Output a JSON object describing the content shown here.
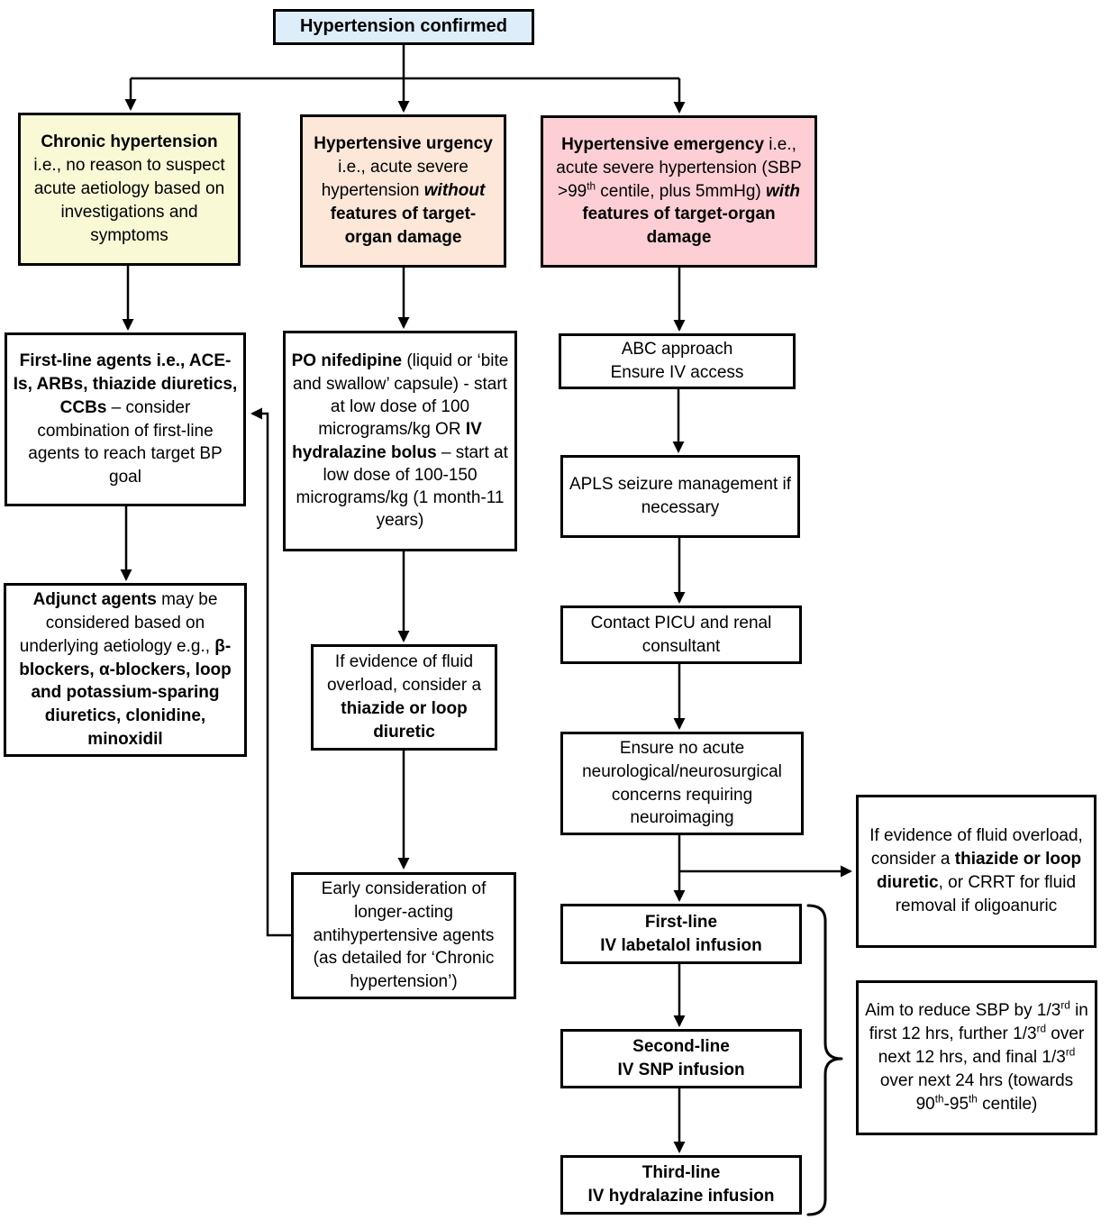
{
  "colors": {
    "line": "#000000",
    "box_border": "#000000",
    "box_bg": "#ffffff",
    "confirmed_bg": "#ddeefa",
    "chronic_bg": "#f9f9d6",
    "urgency_bg": "#fce7d8",
    "emergency_bg": "#fdcfd5"
  },
  "nodes": {
    "confirmed": {
      "runs": [
        {
          "t": "Hypertension confirmed",
          "b": true
        }
      ]
    },
    "chronic": {
      "runs": [
        {
          "t": "Chronic hypertension",
          "b": true
        },
        {
          "t": " i.e., no reason to suspect acute aetiology based on investigations and symptoms"
        }
      ]
    },
    "urgency": {
      "runs": [
        {
          "t": "Hypertensive urgency",
          "b": true
        },
        {
          "t": " i.e., acute severe hypertension "
        },
        {
          "t": "without",
          "b": true,
          "i": true
        },
        {
          "t": " features of target-organ damage",
          "b": true
        }
      ]
    },
    "emergency": {
      "runs": [
        {
          "t": "Hypertensive emergency",
          "b": true
        },
        {
          "t": " i.e., acute severe hypertension (SBP >99"
        },
        {
          "t": "th",
          "sup": true
        },
        {
          "t": " centile, plus 5mmHg) "
        },
        {
          "t": "with",
          "b": true,
          "i": true
        },
        {
          "t": " features of target-organ damage",
          "b": true
        }
      ]
    },
    "first_line_agents": {
      "runs": [
        {
          "t": "First-line agents i.e., ACE-Is, ARBs, thiazide diuretics, CCBs",
          "b": true
        },
        {
          "t": " – consider combination of first-line agents to reach target BP goal"
        }
      ]
    },
    "adjunct_agents": {
      "runs": [
        {
          "t": "Adjunct agents",
          "b": true
        },
        {
          "t": " may be considered based on underlying aetiology e.g., "
        },
        {
          "t": "β-blockers, α-blockers, loop and potassium-sparing diuretics, clonidine, minoxidil",
          "b": true
        }
      ]
    },
    "po_nifedipine": {
      "runs": [
        {
          "t": "PO nifedipine",
          "b": true
        },
        {
          "t": " (liquid or ‘bite and swallow’ capsule) - start at low dose of 100 micrograms/kg OR "
        },
        {
          "t": "IV hydralazine bolus",
          "b": true
        },
        {
          "t": " – start at low dose of 100-150 micrograms/kg (1 month-11 years)"
        }
      ]
    },
    "fluid_overload_mid": {
      "runs": [
        {
          "t": "If evidence of fluid overload, consider a "
        },
        {
          "t": "thiazide or loop diuretic",
          "b": true
        }
      ]
    },
    "early_consideration": {
      "runs": [
        {
          "t": "Early consideration of longer-acting antihypertensive agents (as detailed for ‘Chronic hypertension’)"
        }
      ]
    },
    "abc_approach": {
      "runs": [
        {
          "t": "ABC approach"
        },
        {
          "br": true
        },
        {
          "t": "Ensure IV access"
        }
      ]
    },
    "apls_seizure": {
      "runs": [
        {
          "t": "APLS seizure management if necessary"
        }
      ]
    },
    "contact_picu": {
      "runs": [
        {
          "t": "Contact PICU and renal consultant"
        }
      ]
    },
    "neuro_concerns": {
      "runs": [
        {
          "t": "Ensure no acute neurological/neurosurgical concerns requiring neuroimaging"
        }
      ]
    },
    "labetalol": {
      "runs": [
        {
          "t": "First-line",
          "b": true
        },
        {
          "br": true
        },
        {
          "t": "IV labetalol infusion",
          "b": true
        }
      ]
    },
    "snp": {
      "runs": [
        {
          "t": "Second-line",
          "b": true
        },
        {
          "br": true
        },
        {
          "t": "IV SNP infusion",
          "b": true
        }
      ]
    },
    "hydralazine": {
      "runs": [
        {
          "t": "Third-line",
          "b": true
        },
        {
          "br": true
        },
        {
          "t": "IV hydralazine infusion",
          "b": true
        }
      ]
    },
    "fluid_overload_right": {
      "runs": [
        {
          "t": "If evidence of fluid overload, consider a "
        },
        {
          "t": "thiazide or loop diuretic",
          "b": true
        },
        {
          "t": ", or CRRT for fluid removal if oligoanuric"
        }
      ]
    },
    "aim_sbp": {
      "runs": [
        {
          "t": "Aim to reduce SBP by 1/3"
        },
        {
          "t": "rd",
          "sup": true
        },
        {
          "t": " in first 12 hrs, further 1/3"
        },
        {
          "t": "rd",
          "sup": true
        },
        {
          "t": " over next 12 hrs, and final 1/3"
        },
        {
          "t": "rd",
          "sup": true
        },
        {
          "t": " over next 24 hrs (towards 90"
        },
        {
          "t": "th",
          "sup": true
        },
        {
          "t": "-95"
        },
        {
          "t": "th",
          "sup": true
        },
        {
          "t": " centile)"
        }
      ]
    }
  }
}
